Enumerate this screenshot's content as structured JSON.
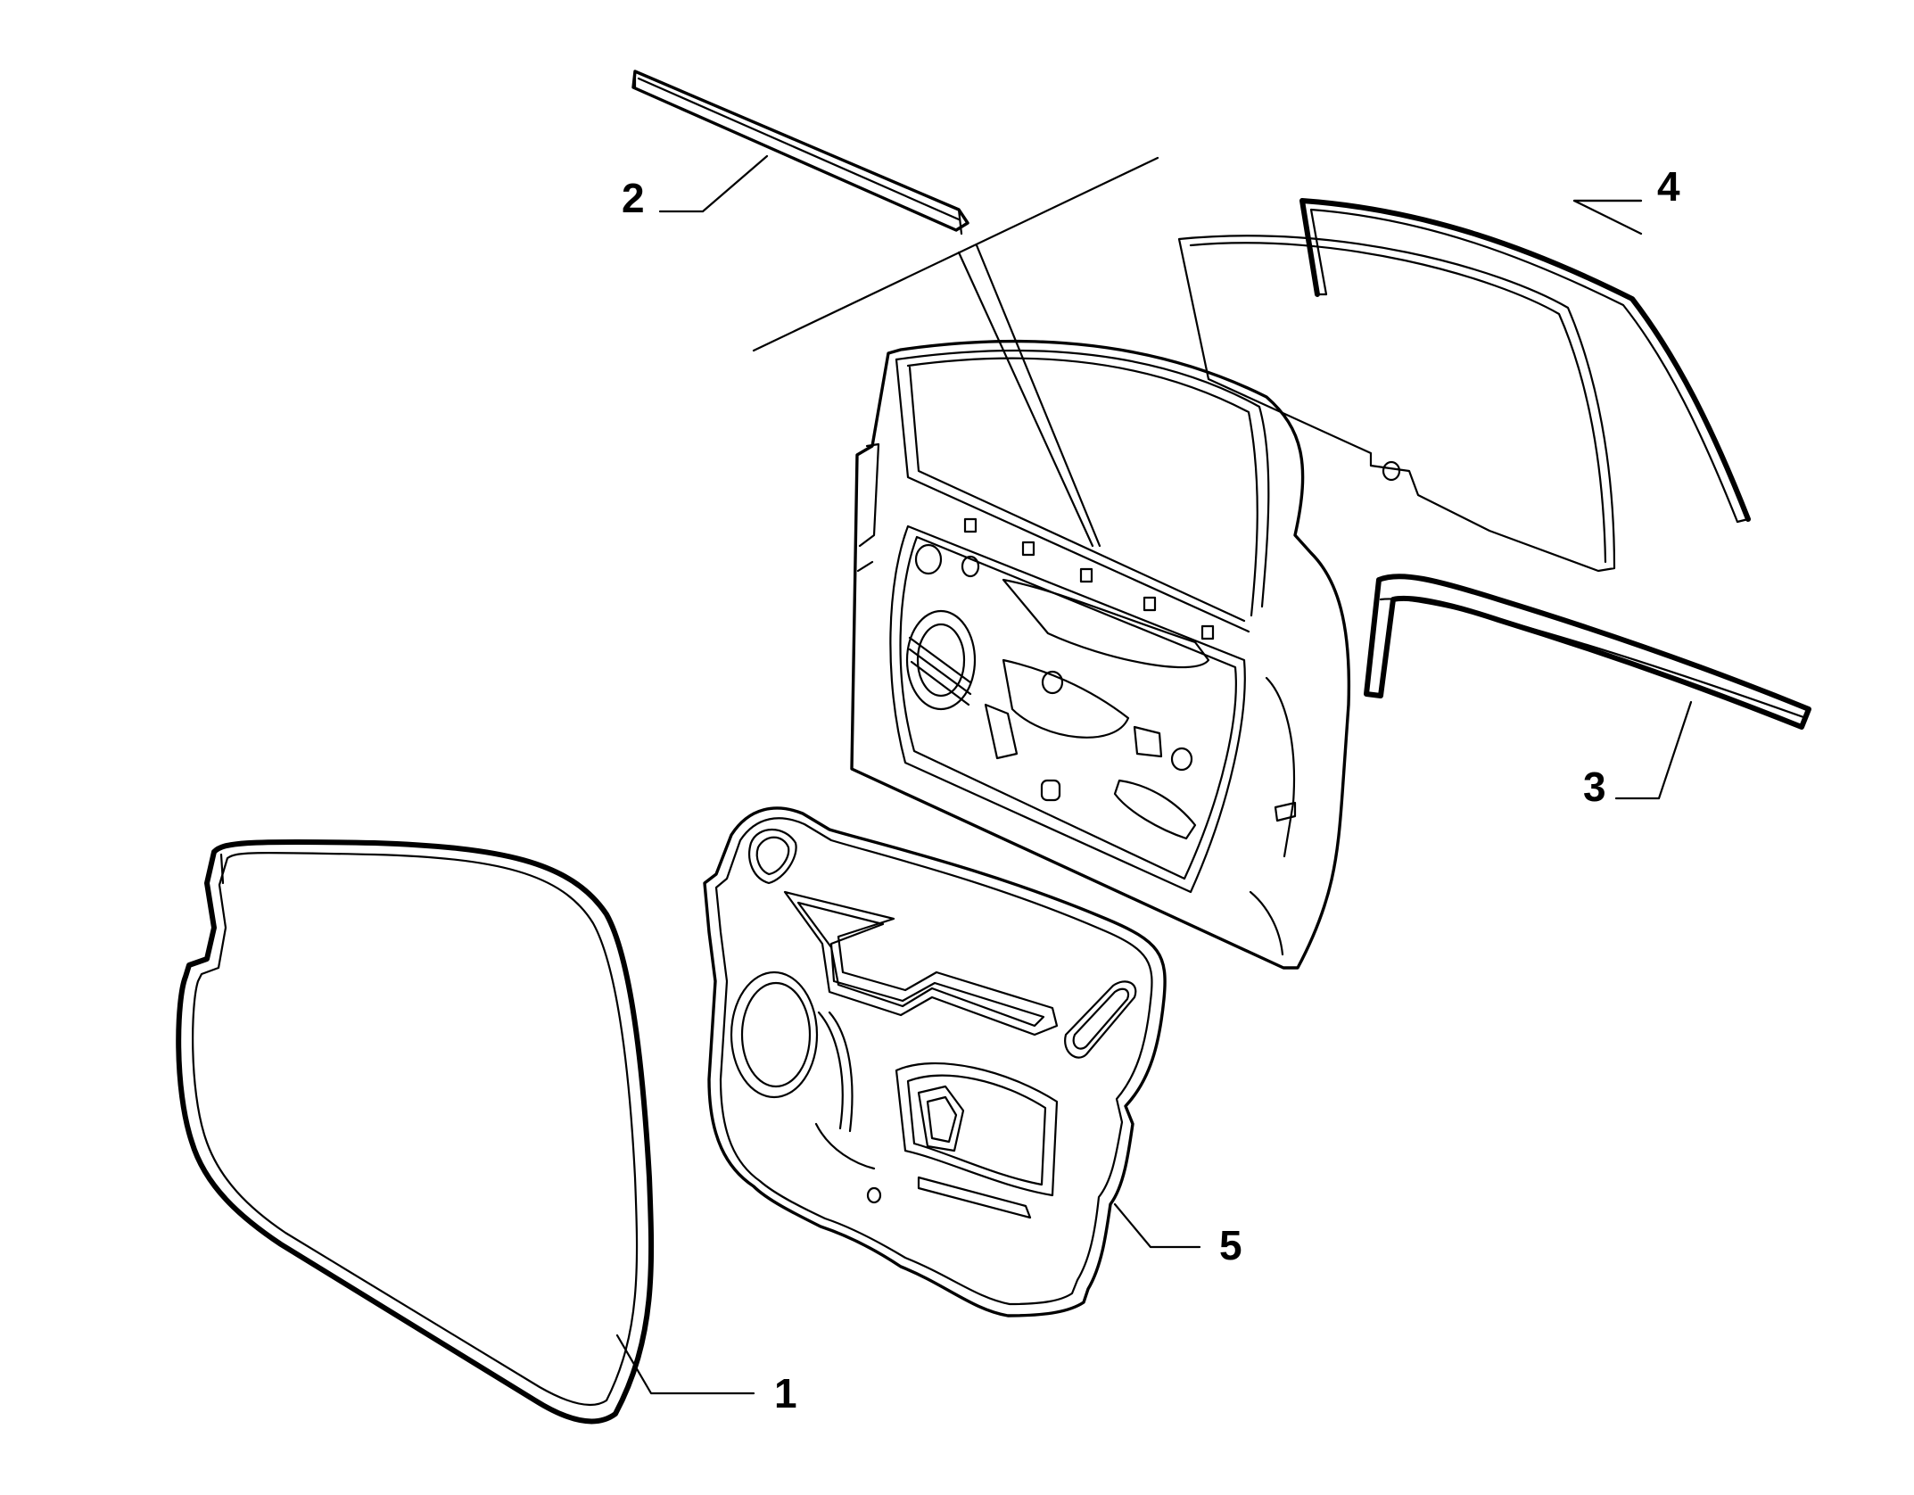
{
  "callouts": [
    {
      "id": "1",
      "label": "1",
      "part": "door-seal-weatherstrip"
    },
    {
      "id": "2",
      "label": "2",
      "part": "upper-trim-strip"
    },
    {
      "id": "3",
      "label": "3",
      "part": "belt-line-seal"
    },
    {
      "id": "4",
      "label": "4",
      "part": "window-run-channel"
    },
    {
      "id": "5",
      "label": "5",
      "part": "inner-door-panel"
    }
  ],
  "colors": {
    "line": "#000000",
    "background": "#ffffff"
  }
}
